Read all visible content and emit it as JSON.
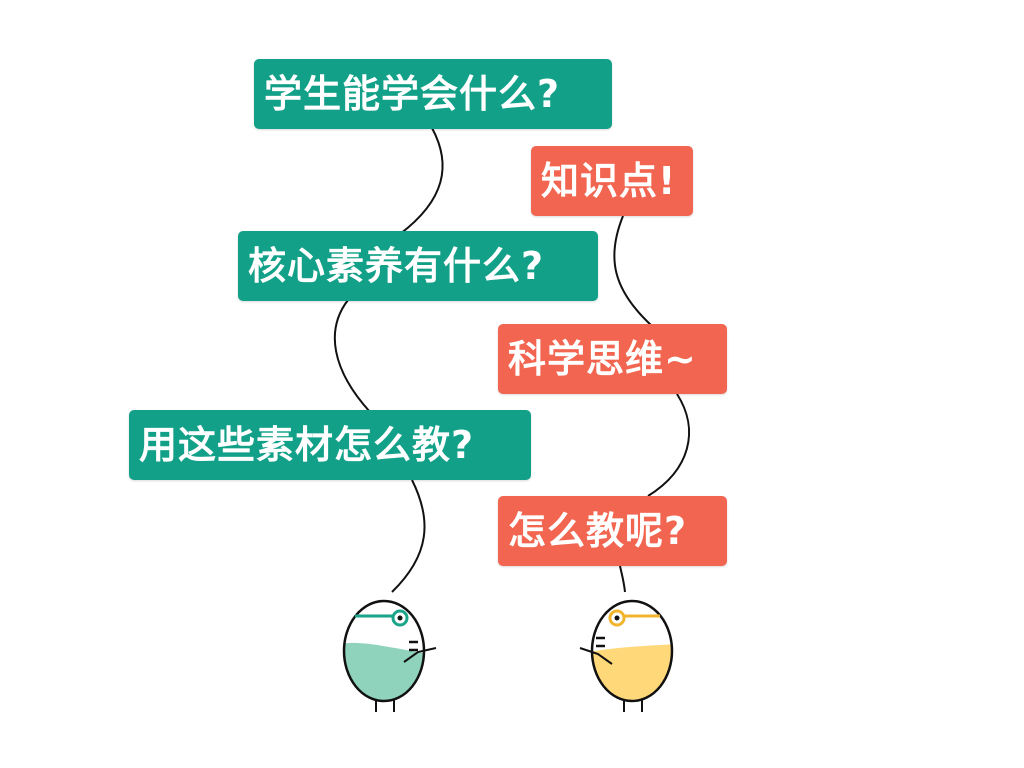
{
  "colors": {
    "teal": "#12a188",
    "coral": "#f26651",
    "teal_fill": "#8fd3bd",
    "yellow_fill": "#ffd979",
    "teal_accent": "#1aa58a",
    "yellow_accent": "#f2b42c"
  },
  "left_bubbles": [
    {
      "text": "学生能学会什么?"
    },
    {
      "text": "核心素养有什么?"
    },
    {
      "text": "用这些素材怎么教?"
    }
  ],
  "right_bubbles": [
    {
      "text": "知识点!"
    },
    {
      "text": "科学思维~"
    },
    {
      "text": "怎么教呢?"
    }
  ],
  "characters": [
    {
      "name": "teal-character",
      "color": "teal"
    },
    {
      "name": "yellow-character",
      "color": "yellow"
    }
  ]
}
